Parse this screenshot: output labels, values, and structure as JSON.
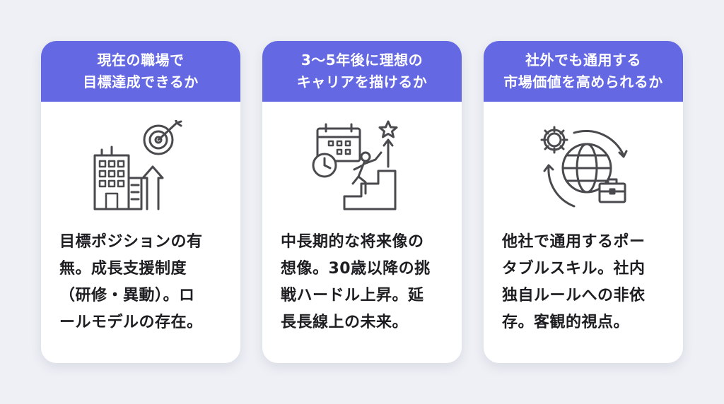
{
  "cards": [
    {
      "header": [
        "現在の職場で",
        "目標達成できるか"
      ],
      "icon": "building-target-growth-icon",
      "body": [
        "目標ポジションの有",
        "無。成長支援制度",
        "（研修・異動）。ロ",
        "ールモデルの存在。"
      ]
    },
    {
      "header": [
        "3〜5年後に理想の",
        "キャリアを描けるか"
      ],
      "icon": "calendar-climb-star-icon",
      "body": [
        "中長期的な将来像の",
        "想像。30歳以降の挑",
        "戦ハードル上昇。延",
        "長長線上の未来。"
      ]
    },
    {
      "header": [
        "社外でも通用する",
        "市場価値を高められるか"
      ],
      "icon": "globe-gear-briefcase-icon",
      "body": [
        "他社で通用するポー",
        "タブルスキル。社内",
        "独自ルールへの非依",
        "存。客観的視点。"
      ]
    }
  ],
  "colors": {
    "header": "#6468e2",
    "background": "#eef0f5",
    "card": "#ffffff",
    "text": "#1e1e22",
    "icon_stroke": "#4a4a4e"
  }
}
